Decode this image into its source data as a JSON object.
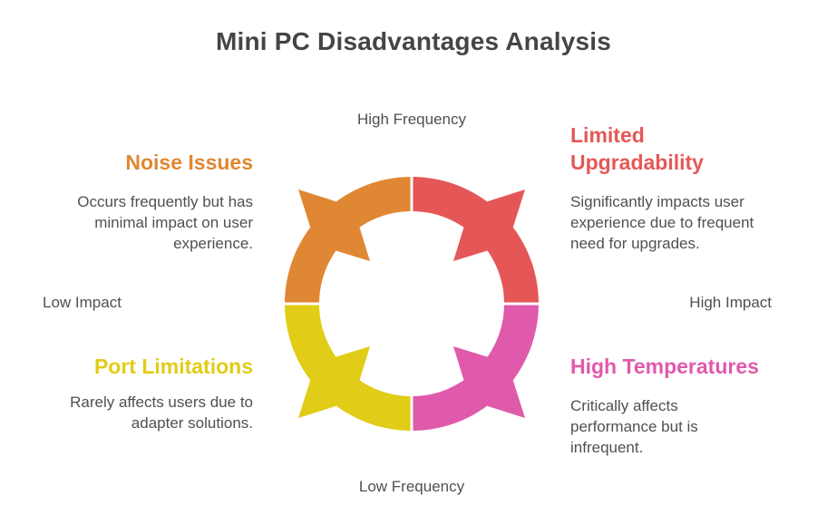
{
  "title": "Mini PC Disadvantages Analysis",
  "axes": {
    "top": "High Frequency",
    "bottom": "Low Frequency",
    "left": "Low Impact",
    "right": "High Impact"
  },
  "quadrants": [
    {
      "position": "top-left",
      "heading": "Noise Issues",
      "description": "Occurs frequently but has minimal impact on user experience.",
      "color": "#E08733"
    },
    {
      "position": "top-right",
      "heading_line1": "Limited",
      "heading_line2": "Upgradability",
      "heading": "Limited Upgradability",
      "description": "Significantly impacts user experience due to frequent need for upgrades.",
      "color": "#E55757"
    },
    {
      "position": "bottom-left",
      "heading": "Port Limitations",
      "description": "Rarely affects users due to adapter solutions.",
      "color": "#E1CC17"
    },
    {
      "position": "bottom-right",
      "heading": "High Temperatures",
      "description": "Critically affects performance but is infrequent.",
      "color": "#E05AAC"
    }
  ]
}
